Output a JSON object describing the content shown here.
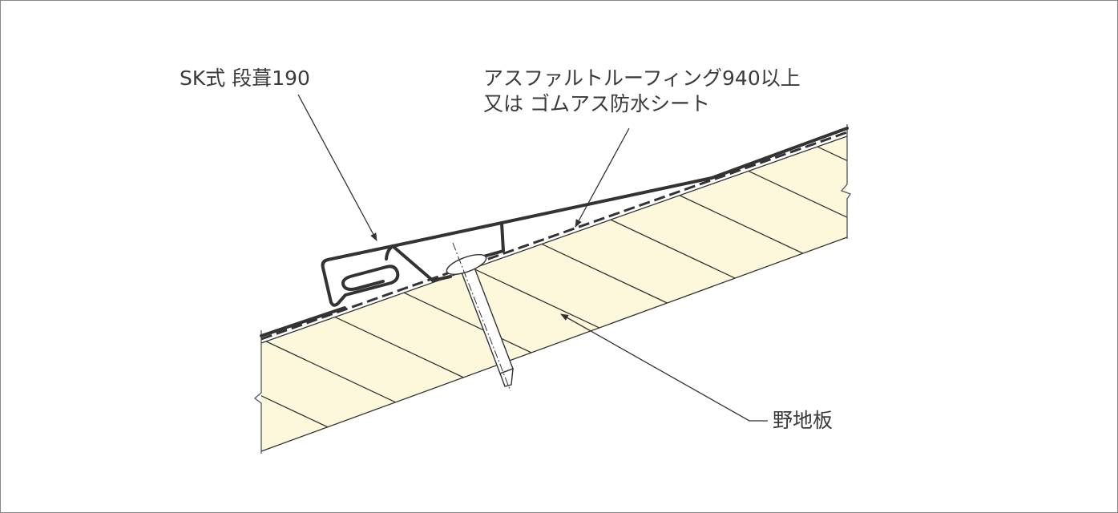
{
  "labels": {
    "panel": "SK式 段葺190",
    "underlay_line1": "アスファルトルーフィング940以上",
    "underlay_line2": "又は ゴムアス防水シート",
    "sheathing": "野地板"
  },
  "colors": {
    "board_fill": "#fdf8dc",
    "line": "#333333",
    "frame": "#888888"
  }
}
